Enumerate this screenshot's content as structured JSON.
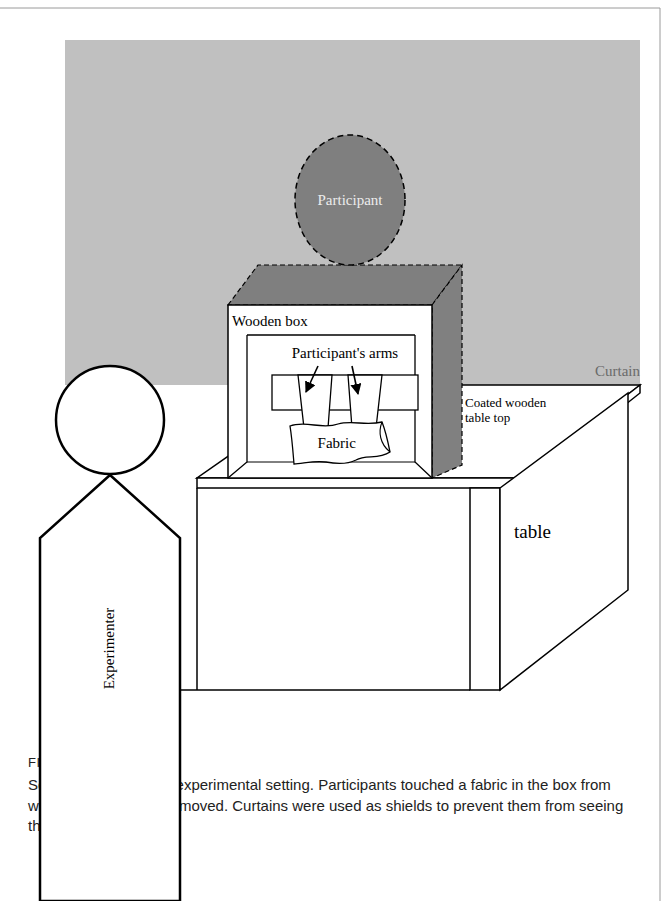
{
  "diagram": {
    "title": "FIGURE 1",
    "caption": "Schematic drawing of experimental setting. Participants touched a fabric in the box from which a section was removed. Curtains were used as shields to prevent them from seeing the fabric.",
    "nodes": [
      {
        "text": [
          "Participant"
        ]
      },
      {
        "text": [
          "Fabric"
        ]
      },
      {
        "text": [
          "Experimenter"
        ]
      }
    ],
    "labels": [
      "Wooden box",
      "Participant's arms",
      "Coated wooden table top",
      "Curtain",
      "table"
    ]
  }
}
